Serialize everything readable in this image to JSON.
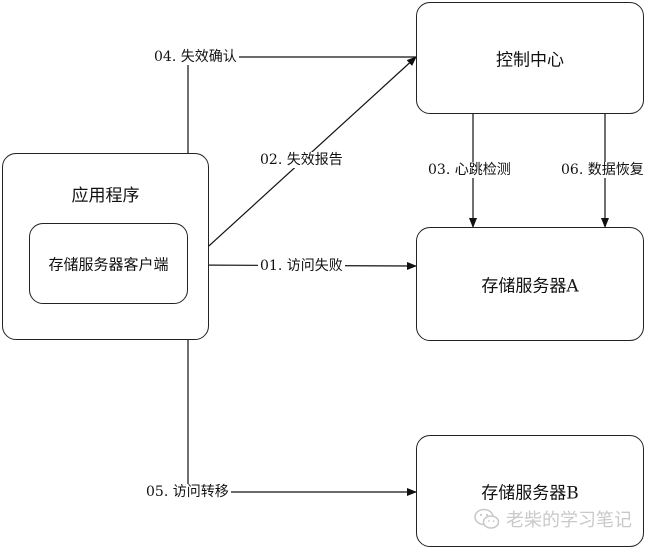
{
  "nodes": {
    "app": "应用程序",
    "client": "存储服务器客户端",
    "control": "控制中心",
    "server_a": "存储服务器A",
    "server_b": "存储服务器B"
  },
  "edges": {
    "e01": "01. 访问失败",
    "e02": "02. 失效报告",
    "e03": "03. 心跳检测",
    "e04": "04. 失效确认",
    "e05": "05. 访问转移",
    "e06": "06. 数据恢复"
  },
  "watermark": {
    "text": "老柴的学习笔记",
    "icon": "wechat-icon"
  }
}
